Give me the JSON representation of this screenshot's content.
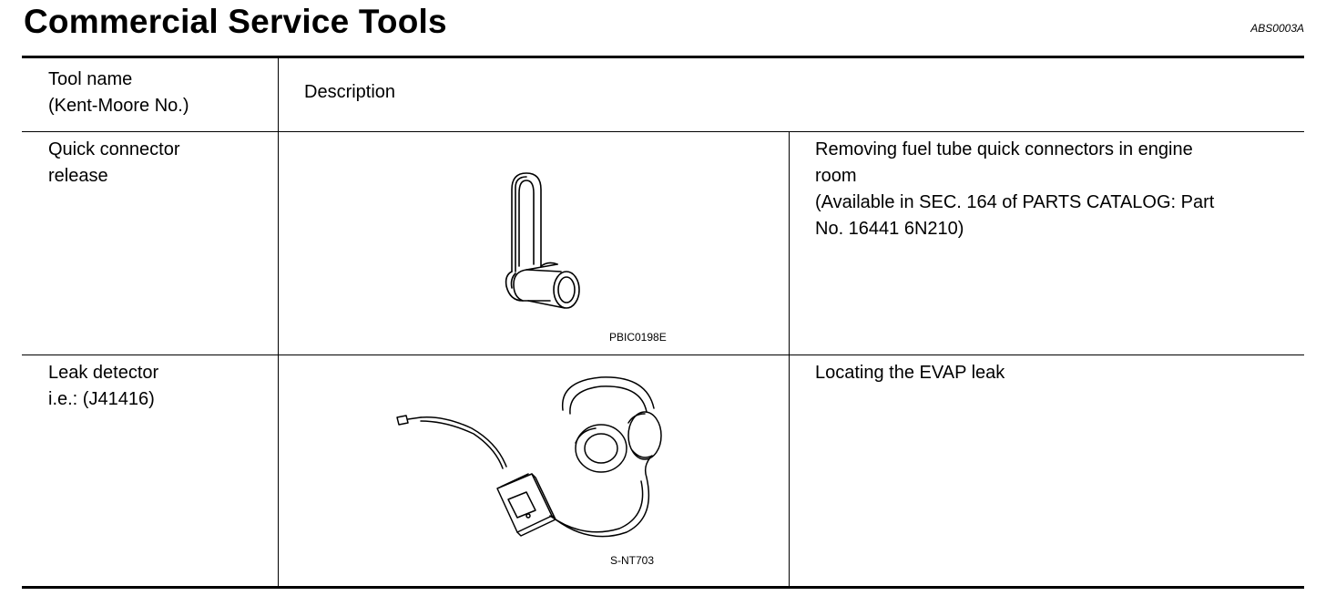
{
  "header": {
    "title": "Commercial Service Tools",
    "code": "ABS0003A"
  },
  "table": {
    "col_headers": {
      "tool_name_line1": "Tool name",
      "tool_name_line2": "(Kent-Moore No.)",
      "description": "Description"
    },
    "rows": [
      {
        "name_lines": [
          "Quick connector",
          "release"
        ],
        "figure_label": "PBIC0198E",
        "figure_icon": "quick-connector-release-icon",
        "description_lines": [
          "Removing fuel tube quick connectors in engine",
          "room",
          "(Available in SEC. 164 of PARTS CATALOG: Part",
          "No. 16441 6N210)"
        ]
      },
      {
        "name_lines": [
          "Leak detector",
          "i.e.: (J41416)"
        ],
        "figure_label": "S-NT703",
        "figure_icon": "leak-detector-headphones-icon",
        "description_lines": [
          "Locating the EVAP leak"
        ]
      }
    ]
  }
}
